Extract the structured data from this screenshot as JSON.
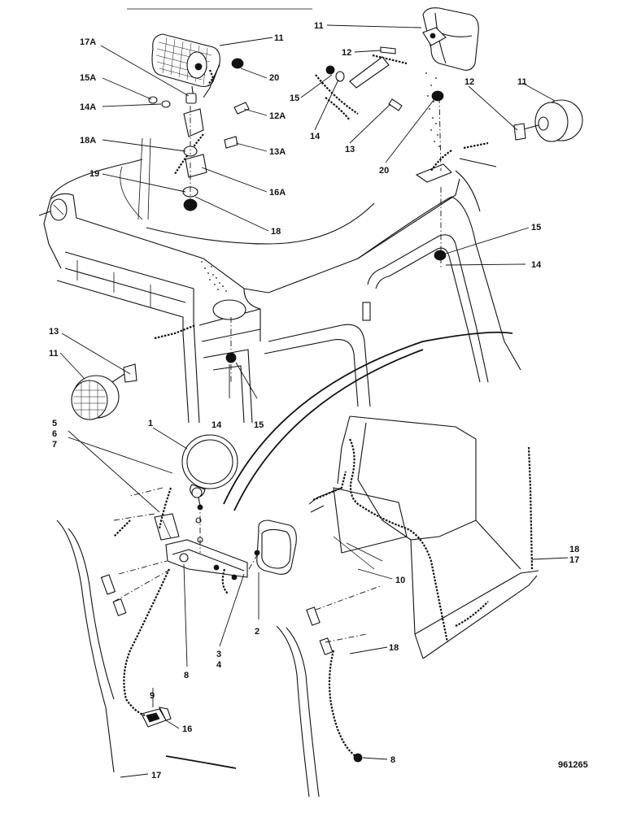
{
  "drawing_number": "961265",
  "callouts": [
    {
      "id": "c-11-front-top",
      "text": "11"
    },
    {
      "id": "c-17a",
      "text": "17A"
    },
    {
      "id": "c-20-left",
      "text": "20"
    },
    {
      "id": "c-15a",
      "text": "15A"
    },
    {
      "id": "c-14a",
      "text": "14A"
    },
    {
      "id": "c-12a",
      "text": "12A"
    },
    {
      "id": "c-18a",
      "text": "18A"
    },
    {
      "id": "c-13a",
      "text": "13A"
    },
    {
      "id": "c-19",
      "text": "19"
    },
    {
      "id": "c-16a",
      "text": "16A"
    },
    {
      "id": "c-18-top",
      "text": "18"
    },
    {
      "id": "c-11-rear-top",
      "text": "11"
    },
    {
      "id": "c-12-rear",
      "text": "12"
    },
    {
      "id": "c-15-rear",
      "text": "15"
    },
    {
      "id": "c-14-rear",
      "text": "14"
    },
    {
      "id": "c-13-rear",
      "text": "13"
    },
    {
      "id": "c-20-rear",
      "text": "20"
    },
    {
      "id": "c-12-right",
      "text": "12"
    },
    {
      "id": "c-11-right",
      "text": "11"
    },
    {
      "id": "c-15-right",
      "text": "15"
    },
    {
      "id": "c-14-right",
      "text": "14"
    },
    {
      "id": "c-13-left",
      "text": "13"
    },
    {
      "id": "c-11-left",
      "text": "11"
    },
    {
      "id": "c-14-mid",
      "text": "14"
    },
    {
      "id": "c-15-mid",
      "text": "15"
    },
    {
      "id": "c-5",
      "text": "5"
    },
    {
      "id": "c-6",
      "text": "6"
    },
    {
      "id": "c-7",
      "text": "7"
    },
    {
      "id": "c-1",
      "text": "1"
    },
    {
      "id": "c-18-right",
      "text": "18"
    },
    {
      "id": "c-17-right",
      "text": "17"
    },
    {
      "id": "c-10",
      "text": "10"
    },
    {
      "id": "c-2",
      "text": "2"
    },
    {
      "id": "c-3",
      "text": "3"
    },
    {
      "id": "c-4",
      "text": "4"
    },
    {
      "id": "c-8-left",
      "text": "8"
    },
    {
      "id": "c-9",
      "text": "9"
    },
    {
      "id": "c-18-bottom",
      "text": "18"
    },
    {
      "id": "c-16",
      "text": "16"
    },
    {
      "id": "c-8-bottom",
      "text": "8"
    },
    {
      "id": "c-17-bottom",
      "text": "17"
    }
  ]
}
